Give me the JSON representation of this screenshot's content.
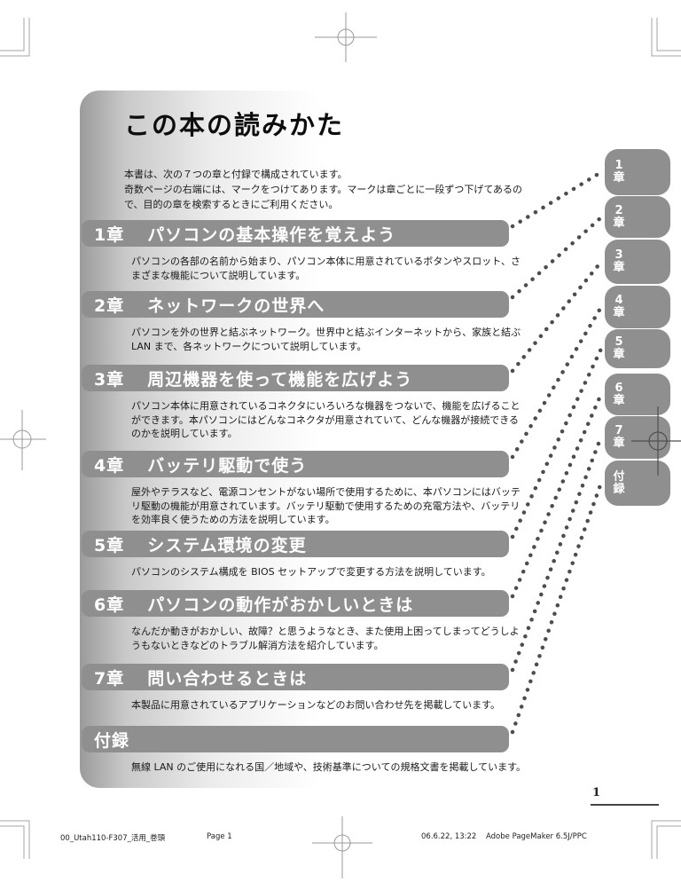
{
  "page": {
    "title": "この本の読みかた",
    "intro": "本書は、次の７つの章と付録で構成されています。\n奇数ページの右端には、マークをつけてあります。マークは章ごとに一段ずつ下げてあるの\nで、目的の章を検索するときにご利用ください。",
    "page_number": "1"
  },
  "chapters": [
    {
      "no": "1章",
      "title": "パソコンの基本操作を覚えよう",
      "description": "パソコンの各部の名前から始まり、パソコン本体に用意されているボタンやスロット、さ\nまざまな機能について説明しています。"
    },
    {
      "no": "2章",
      "title": "ネットワークの世界へ",
      "description": "パソコンを外の世界と結ぶネットワーク。世界中と結ぶインターネットから、家族と結ぶ\nLAN まで、各ネットワークについて説明しています。"
    },
    {
      "no": "3章",
      "title": "周辺機器を使って機能を広げよう",
      "description": "パソコン本体に用意されているコネクタにいろいろな機器をつないで、機能を広げること\nができます。本パソコンにはどんなコネクタが用意されていて、どんな機器が接続できる\nのかを説明しています。"
    },
    {
      "no": "4章",
      "title": "バッテリ駆動で使う",
      "description": "屋外やテラスなど、電源コンセントがない場所で使用するために、本パソコンにはバッテ\nリ駆動の機能が用意されています。バッテリ駆動で使用するための充電方法や、バッテリ\nを効率良く使うための方法を説明しています。"
    },
    {
      "no": "5章",
      "title": "システム環境の変更",
      "description": "パソコンのシステム構成を BIOS セットアップで変更する方法を説明しています。"
    },
    {
      "no": "6章",
      "title": "パソコンの動作がおかしいときは",
      "description": "なんだか動きがおかしい、故障？と思うようなとき、また使用上困ってしまってどうしよ\nうもないときなどのトラブル解消方法を紹介しています。"
    },
    {
      "no": "7章",
      "title": "問い合わせるときは",
      "description": "本製品に用意されているアプリケーションなどのお問い合わせ先を掲載しています。"
    },
    {
      "no": "付録",
      "title": "",
      "description": "無線 LAN のご使用になれる国／地域や、技術基準についての規格文書を掲載しています。"
    }
  ],
  "tabs": [
    {
      "label": "1章"
    },
    {
      "label": "2章"
    },
    {
      "label": "3章"
    },
    {
      "label": "4章"
    },
    {
      "label": "5章"
    },
    {
      "label": "6章"
    },
    {
      "label": "7章"
    },
    {
      "label": "付録"
    }
  ],
  "footer": {
    "file": "00_Utah110-F307_活用_巻頭",
    "page": "Page 1",
    "datetime": "06.6.22, 13:22",
    "app": "Adobe PageMaker 6.5J/PPC"
  },
  "colors": {
    "bar_gray": "#8f8f8f",
    "dot_gray": "#4d4d4d",
    "panel_edge_gray": "#9b9b9b",
    "crop_mark_gray": "#a5a5a5"
  }
}
